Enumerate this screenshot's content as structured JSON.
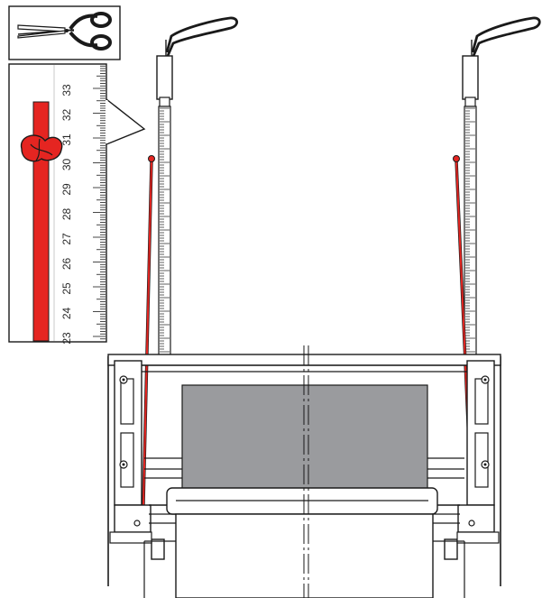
{
  "diagram": {
    "colors": {
      "line": "#1a1a1a",
      "cord": "#e52521",
      "belt": "#9a9b9e",
      "ruler_bg": "#ffffff"
    },
    "icons": [
      "scissors-icon"
    ],
    "ruler": {
      "tick_labels": [
        "23",
        "24",
        "25",
        "26",
        "27",
        "28",
        "29",
        "30",
        "31",
        "32",
        "33"
      ]
    }
  }
}
